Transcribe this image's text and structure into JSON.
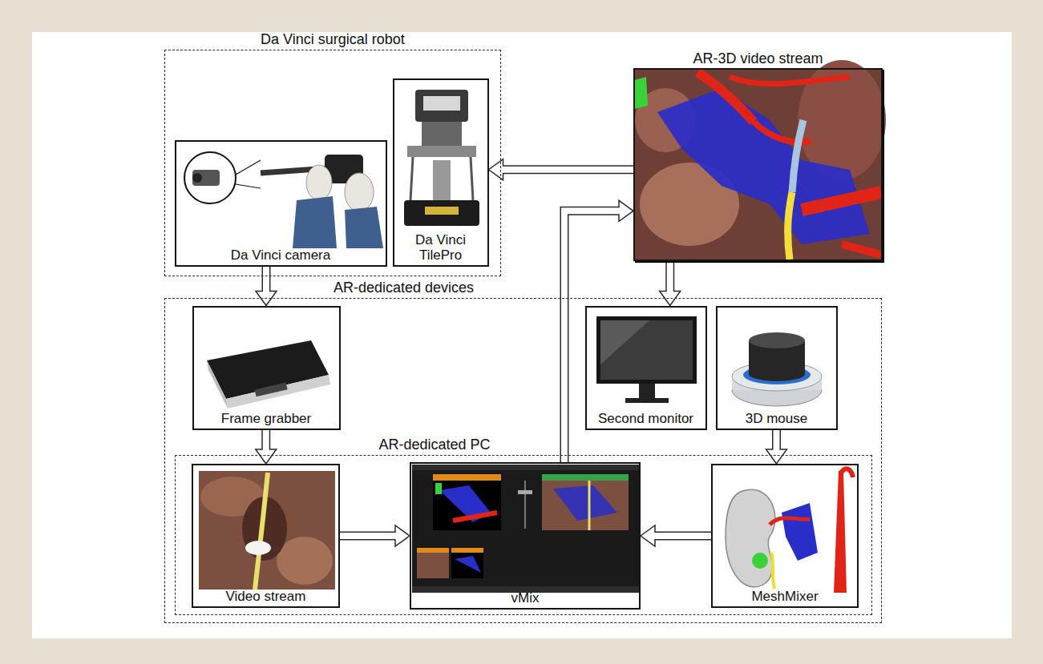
{
  "diagram": {
    "nodes": [
      {
        "text": [
          "Da Vinci surgical robot"
        ]
      },
      {
        "text": [
          "Da Vinci camera"
        ],
        "in": 0
      },
      {
        "text": [
          "Da Vinci TilePro"
        ],
        "in": 0
      },
      {
        "text": [
          "AR-3D video stream"
        ]
      },
      {
        "text": [
          "AR-dedicated devices"
        ]
      },
      {
        "text": [
          "Frame grabber"
        ],
        "in": 4
      },
      {
        "text": [
          "Second monitor"
        ],
        "in": 4
      },
      {
        "text": [
          "3D mouse"
        ],
        "in": 4
      },
      {
        "text": [
          "AR-dedicated PC"
        ],
        "in": 4
      },
      {
        "text": [
          "Video stream"
        ],
        "in": 8
      },
      {
        "text": [
          "vMix"
        ],
        "in": 8
      },
      {
        "text": [
          "MeshMixer"
        ],
        "in": 8
      }
    ],
    "edges": [
      {
        "from": 1,
        "to": 5,
        "arrow": "to"
      },
      {
        "from": 5,
        "to": 9,
        "arrow": "to"
      },
      {
        "from": 9,
        "to": 10,
        "arrow": "to"
      },
      {
        "from": 11,
        "to": 10,
        "arrow": "to"
      },
      {
        "from": 7,
        "to": 11,
        "arrow": "to"
      },
      {
        "from": 10,
        "to": 3,
        "arrow": "to"
      },
      {
        "from": 3,
        "to": 2,
        "arrow": "to"
      },
      {
        "from": 3,
        "to": 6,
        "arrow": "to"
      }
    ]
  }
}
